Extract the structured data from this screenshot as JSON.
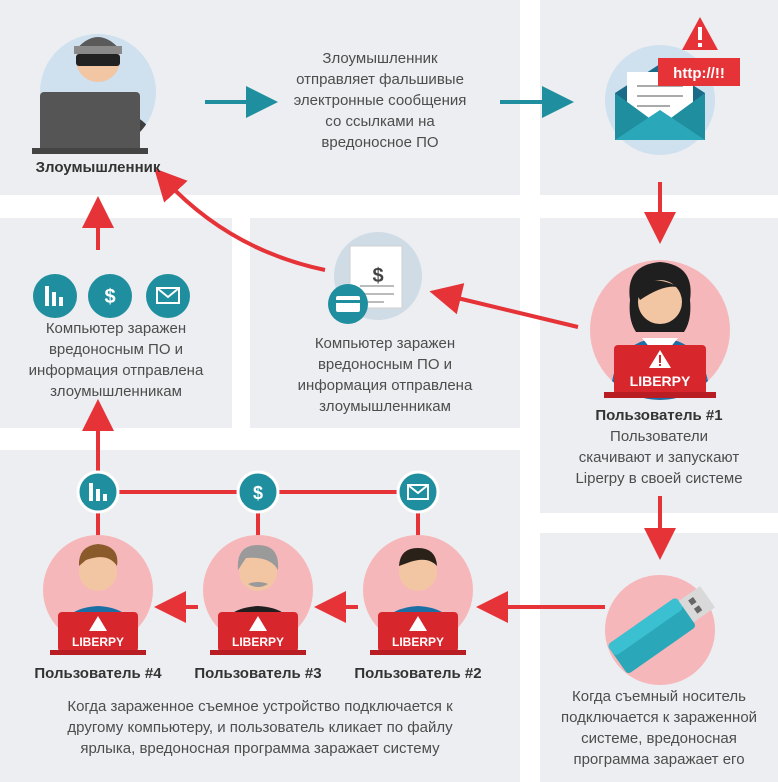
{
  "attacker": {
    "label": "Злоумышленник"
  },
  "step_email": {
    "text_lines": [
      "Злоумышленник",
      "отправляет фальшивые",
      "электронные сообщения",
      "со ссылками на",
      "вредоносное ПО"
    ],
    "url_badge": "http://!!"
  },
  "user1": {
    "title": "Пользователь #1",
    "desc_lines": [
      "Пользователи",
      "скачивают и запускают",
      "Liperpy в своей системе"
    ]
  },
  "laptop_brand": "LIBERPY",
  "middle_panel": {
    "text_lines": [
      "Компьютер заражен",
      "вредоносным ПО и",
      "информация отправлена",
      "злоумышленникам"
    ]
  },
  "left_panel": {
    "text_lines": [
      "Компьютер заражен",
      "вредоносным ПО и",
      "информация отправлена",
      "злоумышленникам"
    ]
  },
  "usb_step": {
    "text_lines": [
      "Когда съемный носитель",
      "подключается к зараженной",
      "системе, вредоносная",
      "программа заражает его"
    ]
  },
  "users_bottom": [
    {
      "title": "Пользователь #4"
    },
    {
      "title": "Пользователь #3"
    },
    {
      "title": "Пользователь #2"
    }
  ],
  "bottom_text_lines": [
    "Когда зараженное съемное устройство подключается к",
    "другому компьютеру, и пользователь кликает по файлу",
    "ярлыка, вредоносная программа заражает систему"
  ],
  "dollar_sign": "$",
  "colors": {
    "red": "#e53338",
    "teal": "#1f8e9e",
    "pink": "#f6b7bb",
    "blue_circle": "#cfe0ef",
    "panel": "#eceef1"
  }
}
